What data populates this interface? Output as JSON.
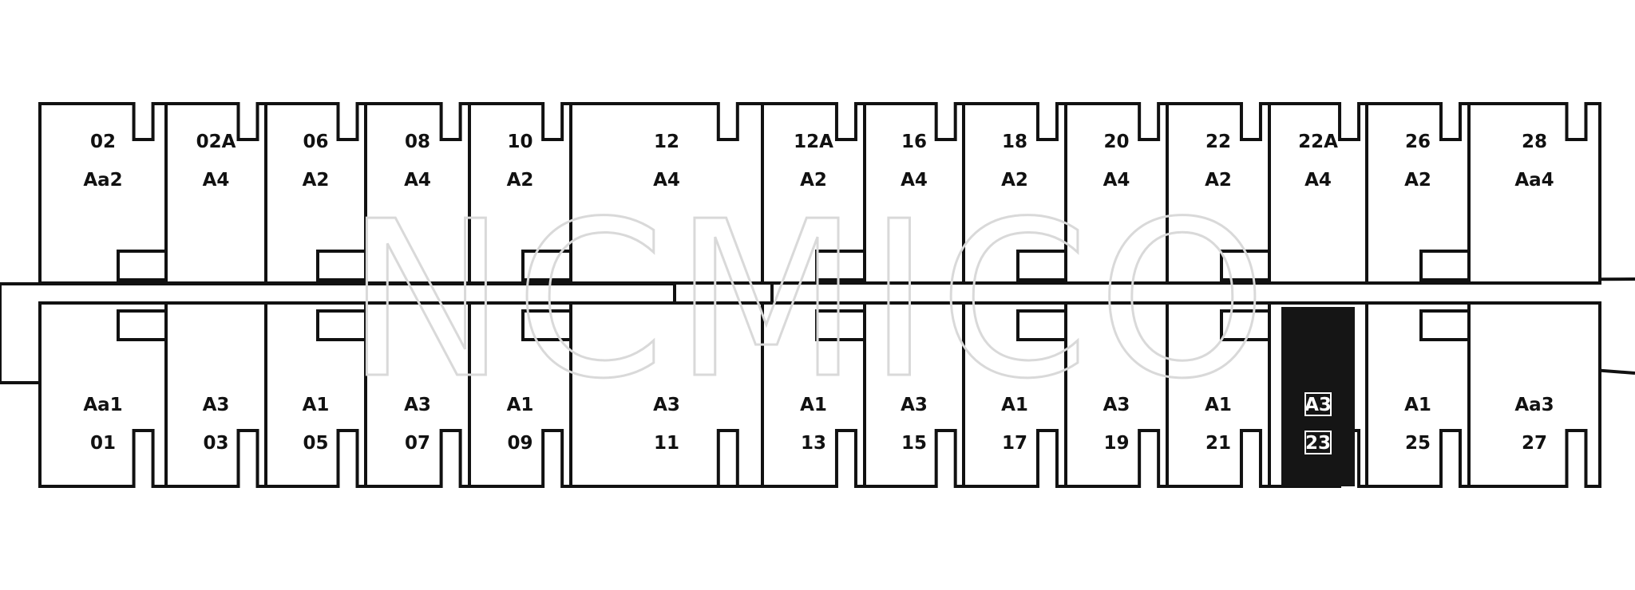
{
  "watermark": "NCMICO",
  "highlight_color": "#151515",
  "units_top": [
    {
      "no": "02",
      "type": "Aa2"
    },
    {
      "no": "02A",
      "type": "A4"
    },
    {
      "no": "06",
      "type": "A2"
    },
    {
      "no": "08",
      "type": "A4"
    },
    {
      "no": "10",
      "type": "A2"
    },
    {
      "no": "12",
      "type": "A4"
    },
    {
      "no": "12A",
      "type": "A2"
    },
    {
      "no": "16",
      "type": "A4"
    },
    {
      "no": "18",
      "type": "A2"
    },
    {
      "no": "20",
      "type": "A4"
    },
    {
      "no": "22",
      "type": "A2"
    },
    {
      "no": "22A",
      "type": "A4"
    },
    {
      "no": "26",
      "type": "A2"
    },
    {
      "no": "28",
      "type": "Aa4"
    }
  ],
  "units_bottom": [
    {
      "no": "01",
      "type": "Aa1"
    },
    {
      "no": "03",
      "type": "A3"
    },
    {
      "no": "05",
      "type": "A1"
    },
    {
      "no": "07",
      "type": "A3"
    },
    {
      "no": "09",
      "type": "A1"
    },
    {
      "no": "11",
      "type": "A3"
    },
    {
      "no": "13",
      "type": "A1"
    },
    {
      "no": "15",
      "type": "A3"
    },
    {
      "no": "17",
      "type": "A1"
    },
    {
      "no": "19",
      "type": "A3"
    },
    {
      "no": "21",
      "type": "A1"
    },
    {
      "no": "23",
      "type": "A3",
      "highlighted": true
    },
    {
      "no": "25",
      "type": "A1"
    },
    {
      "no": "27",
      "type": "Aa3"
    }
  ]
}
